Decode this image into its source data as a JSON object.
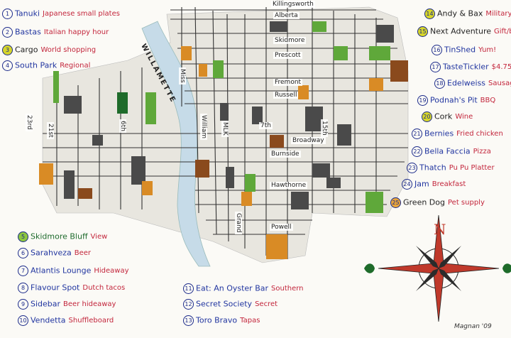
{
  "map": {
    "streets": {
      "killingsworth": "Killingsworth",
      "alberta": "Alberta",
      "skidmore": "Skidmore",
      "prescott": "Prescott",
      "fremont": "Fremont",
      "russell": "Russell",
      "broadway": "Broadway",
      "burnside": "Burnside",
      "hawthorne": "Hawthorne",
      "powell": "Powell",
      "twentythird": "23rd",
      "twentyfirst": "21st",
      "sixth": "6th",
      "mississippi": "Miss",
      "williams": "William",
      "mlk": "MLK",
      "grand": "Grand",
      "seventh": "7th",
      "fifteenth": "15th"
    },
    "river": "WILLAMETTE",
    "signature": "Magnan '09"
  },
  "legend": {
    "left_top": [
      {
        "num": "1",
        "name": "Tanuki",
        "desc": "Japanese small plates"
      },
      {
        "num": "2",
        "name": "Bastas",
        "desc": "Italian happy hour"
      },
      {
        "num": "3",
        "name": "Cargo",
        "desc": "World shopping"
      },
      {
        "num": "4",
        "name": "South Park",
        "desc": "Regional"
      }
    ],
    "left_bottom": [
      {
        "num": "5",
        "name": "Skidmore Bluff",
        "desc": "View"
      },
      {
        "num": "6",
        "name": "Sarahveza",
        "desc": "Beer"
      },
      {
        "num": "7",
        "name": "Atlantis Lounge",
        "desc": "Hideaway"
      },
      {
        "num": "8",
        "name": "Flavour Spot",
        "desc": "Dutch tacos"
      },
      {
        "num": "9",
        "name": "Sidebar",
        "desc": "Beer hideaway"
      },
      {
        "num": "10",
        "name": "Vendetta",
        "desc": "Shuffleboard"
      }
    ],
    "middle_bottom": [
      {
        "num": "11",
        "name": "Eat: An Oyster Bar",
        "desc": "Southern"
      },
      {
        "num": "12",
        "name": "Secret Society",
        "desc": "Secret"
      },
      {
        "num": "13",
        "name": "Toro Bravo",
        "desc": "Tapas"
      }
    ],
    "right": [
      {
        "num": "14",
        "name": "Andy & Bax",
        "desc": "Military"
      },
      {
        "num": "15",
        "name": "Next Adventure",
        "desc": "Gift/bus"
      },
      {
        "num": "16",
        "name": "TinShed",
        "desc": "Yum!"
      },
      {
        "num": "17",
        "name": "TasteTickler",
        "desc": "$4.75"
      },
      {
        "num": "18",
        "name": "Edelweiss",
        "desc": "Sausage"
      },
      {
        "num": "19",
        "name": "Podnah's Pit",
        "desc": "BBQ"
      },
      {
        "num": "20",
        "name": "Cork",
        "desc": "Wine"
      },
      {
        "num": "21",
        "name": "Bernies",
        "desc": "Fried chicken"
      },
      {
        "num": "22",
        "name": "Bella Faccia",
        "desc": "Pizza"
      },
      {
        "num": "23",
        "name": "Thatch",
        "desc": "Pu Pu Platter"
      },
      {
        "num": "24",
        "name": "Jam",
        "desc": "Breakfast"
      },
      {
        "num": "25",
        "name": "Green Dog",
        "desc": "Pet supply"
      }
    ]
  },
  "compass": {
    "letter": "N"
  },
  "colors": {
    "ink_blue": "#2236a0",
    "ink_red": "#c3263c",
    "river": "#c6dbe8",
    "park": "#5fa83a",
    "orange": "#d98b25",
    "dark": "#4a4a4a",
    "brown": "#8a4a1d"
  }
}
